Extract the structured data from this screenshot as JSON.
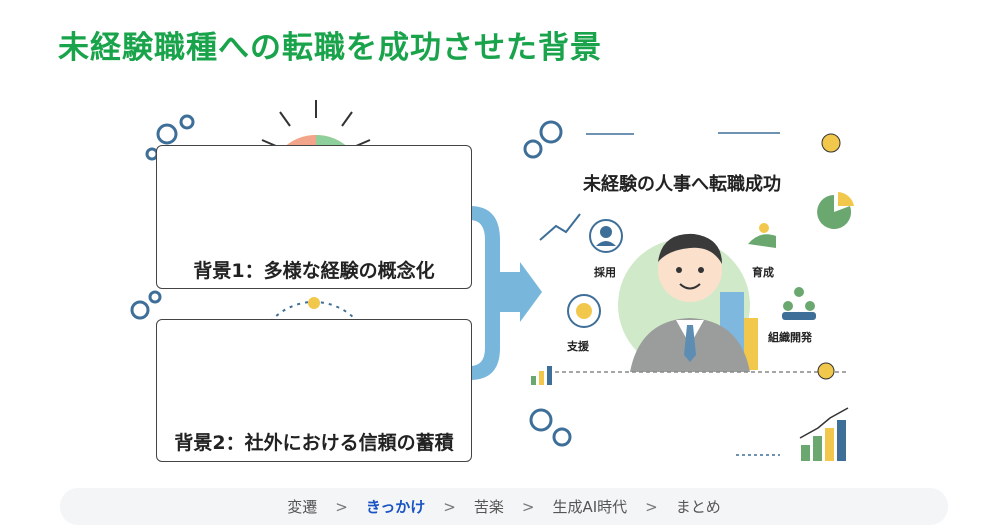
{
  "title": "未経験職種への転職を成功させた背景",
  "background1": {
    "label": "背景1：多様な経験の概念化"
  },
  "background2": {
    "label": "背景2：社外における信頼の蓄積"
  },
  "result": {
    "title": "未経験の人事へ転職成功",
    "roles": [
      "採用",
      "育成",
      "支援",
      "組織開発"
    ]
  },
  "nav": {
    "items": [
      "変遷",
      "きっかけ",
      "苦楽",
      "生成AI時代",
      "まとめ"
    ],
    "separator": ">",
    "active_index": 1
  },
  "colors": {
    "title_green": "#19a44b",
    "arrow_blue": "#6aaed8",
    "nav_active": "#1a54c4",
    "circle_green": "#cfe9c9"
  }
}
